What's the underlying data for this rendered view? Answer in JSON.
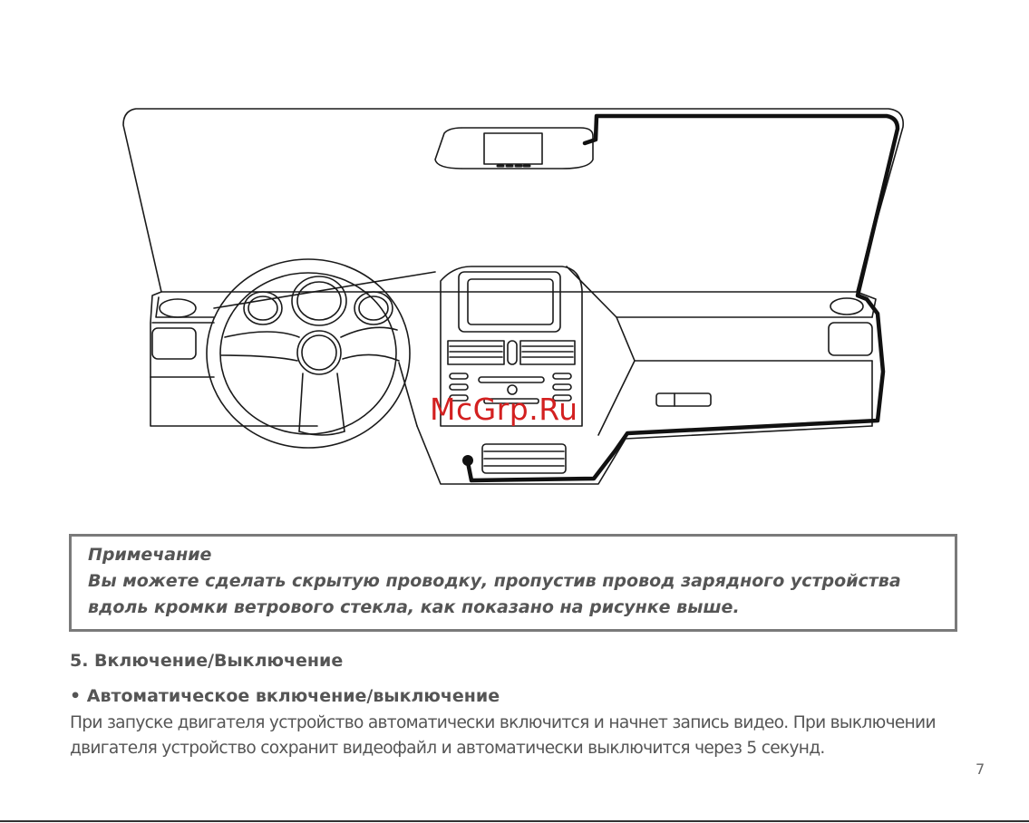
{
  "illustration": {
    "watermark": "McGrp.Ru",
    "colors": {
      "line": "#1a1a1a",
      "cable": "#111111",
      "watermark": "#d32020"
    }
  },
  "note": {
    "title": "Примечание",
    "line1": "Вы можете сделать скрытую проводку, пропустив провод зарядного устройства",
    "line2": "вдоль кромки ветрового стекла, как показано на рисунке выше."
  },
  "section": {
    "heading": "5. Включение/Выключение",
    "subheading": "• Автоматическое включение/выключение",
    "body_line1": "При запуске двигателя устройство автоматически включится и начнет запись видео. При выключении",
    "body_line2": "двигателя устройство сохранит видеофайл и автоматически выключится через 5 секунд."
  },
  "page_number": "7"
}
